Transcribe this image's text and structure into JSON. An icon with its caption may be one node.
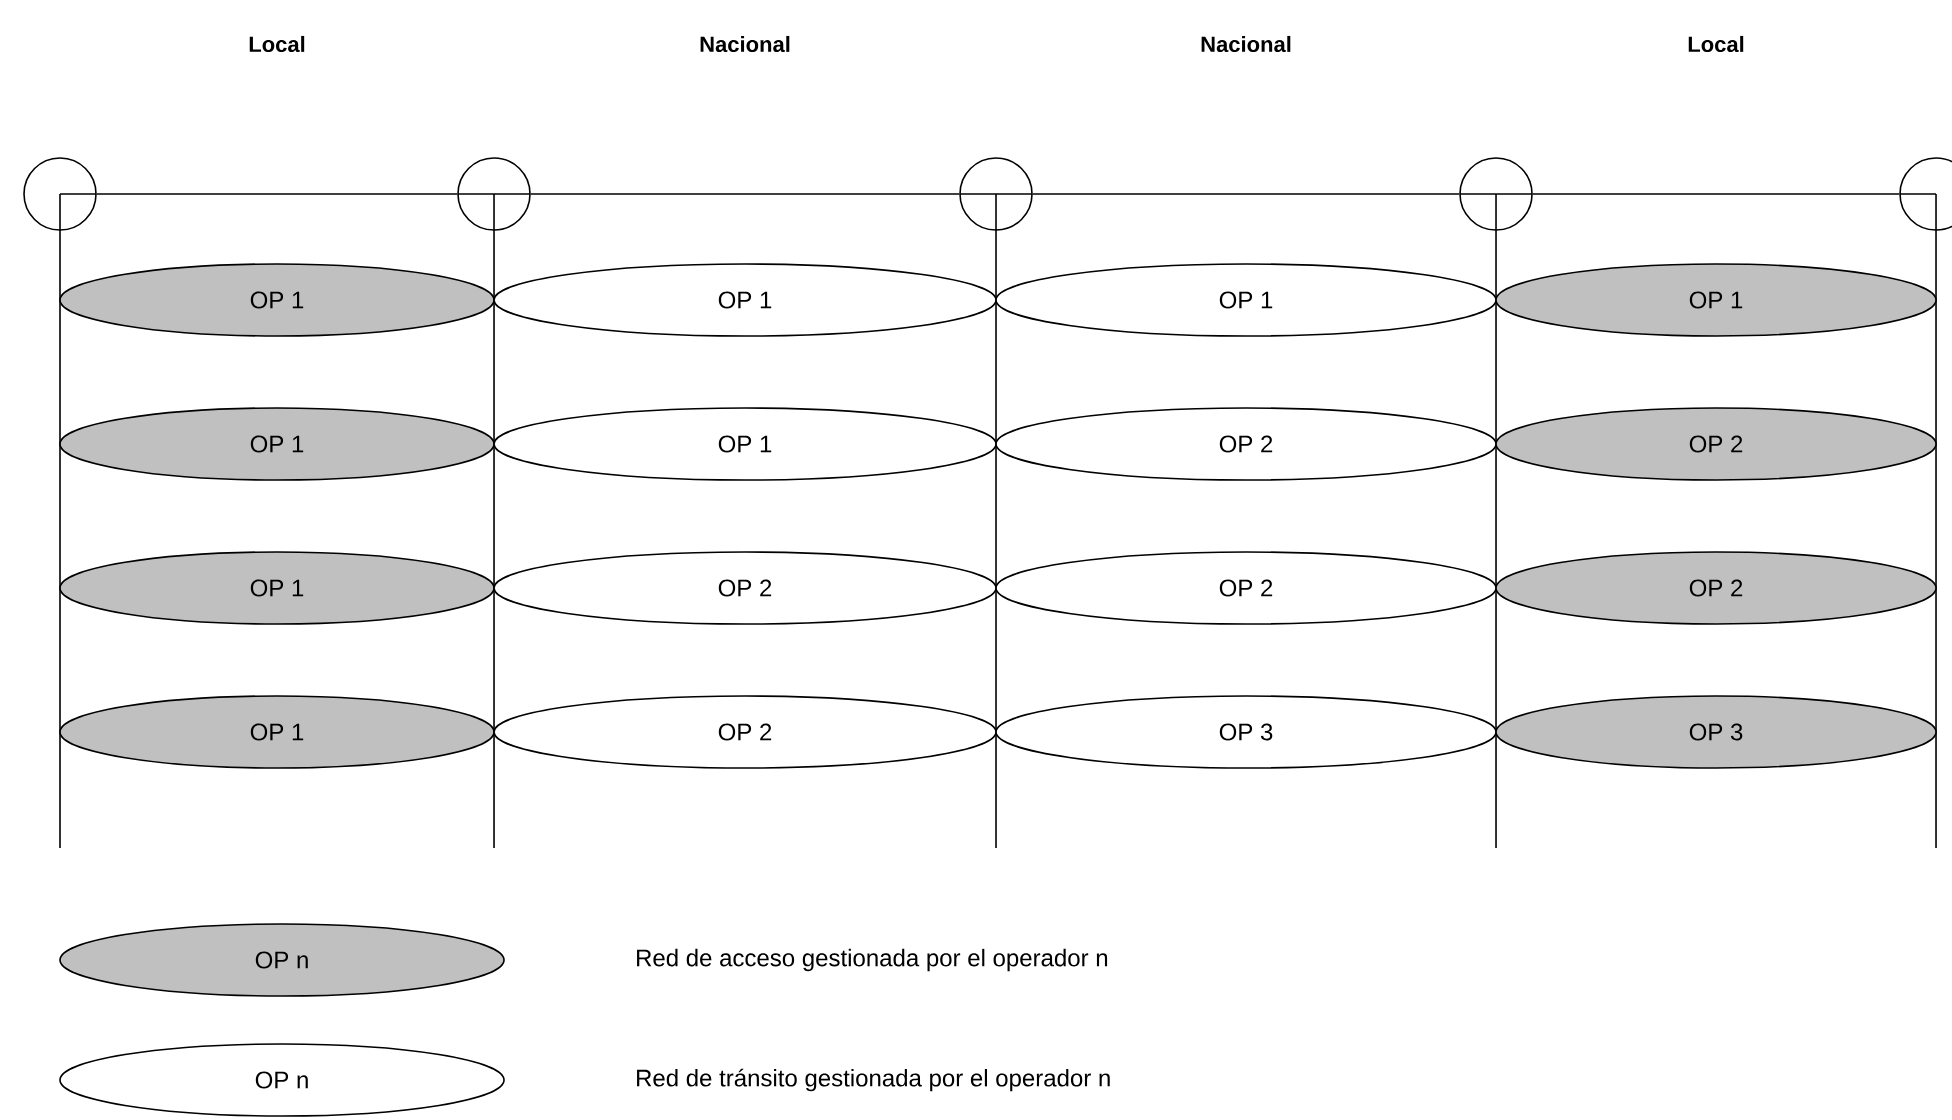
{
  "diagram": {
    "nodes": [
      {
        "text": [],
        "shape": "circle"
      },
      {
        "text": [],
        "shape": "circle"
      },
      {
        "text": [],
        "shape": "circle"
      },
      {
        "text": [],
        "shape": "circle"
      },
      {
        "text": [],
        "shape": "circle"
      },
      {
        "text": [
          "OP 1"
        ]
      },
      {
        "text": [
          "OP 1"
        ]
      },
      {
        "text": [
          "OP 1"
        ]
      },
      {
        "text": [
          "OP 1"
        ]
      },
      {
        "text": [
          "OP 1"
        ]
      },
      {
        "text": [
          "OP 1"
        ]
      },
      {
        "text": [
          "OP 2"
        ]
      },
      {
        "text": [
          "OP 2"
        ]
      },
      {
        "text": [
          "OP 1"
        ]
      },
      {
        "text": [
          "OP 2"
        ]
      },
      {
        "text": [
          "OP 2"
        ]
      },
      {
        "text": [
          "OP 2"
        ]
      },
      {
        "text": [
          "OP 1"
        ]
      },
      {
        "text": [
          "OP 2"
        ]
      },
      {
        "text": [
          "OP 3"
        ]
      },
      {
        "text": [
          "OP 3"
        ]
      }
    ],
    "edges": [
      {
        "from": 0,
        "to": 1,
        "arrow": "none"
      },
      {
        "from": 1,
        "to": 2,
        "arrow": "none"
      },
      {
        "from": 2,
        "to": 3,
        "arrow": "none"
      },
      {
        "from": 3,
        "to": 4,
        "arrow": "none"
      }
    ],
    "labels": [
      "Local",
      "Nacional",
      "Nacional",
      "Local",
      "OP n",
      "OP n"
    ],
    "legend": [
      {
        "text": "Red de acceso gestionada por el operador n",
        "color": "#c0c0c0"
      },
      {
        "text": "Red de tránsito gestionada por el operador n"
      }
    ]
  }
}
